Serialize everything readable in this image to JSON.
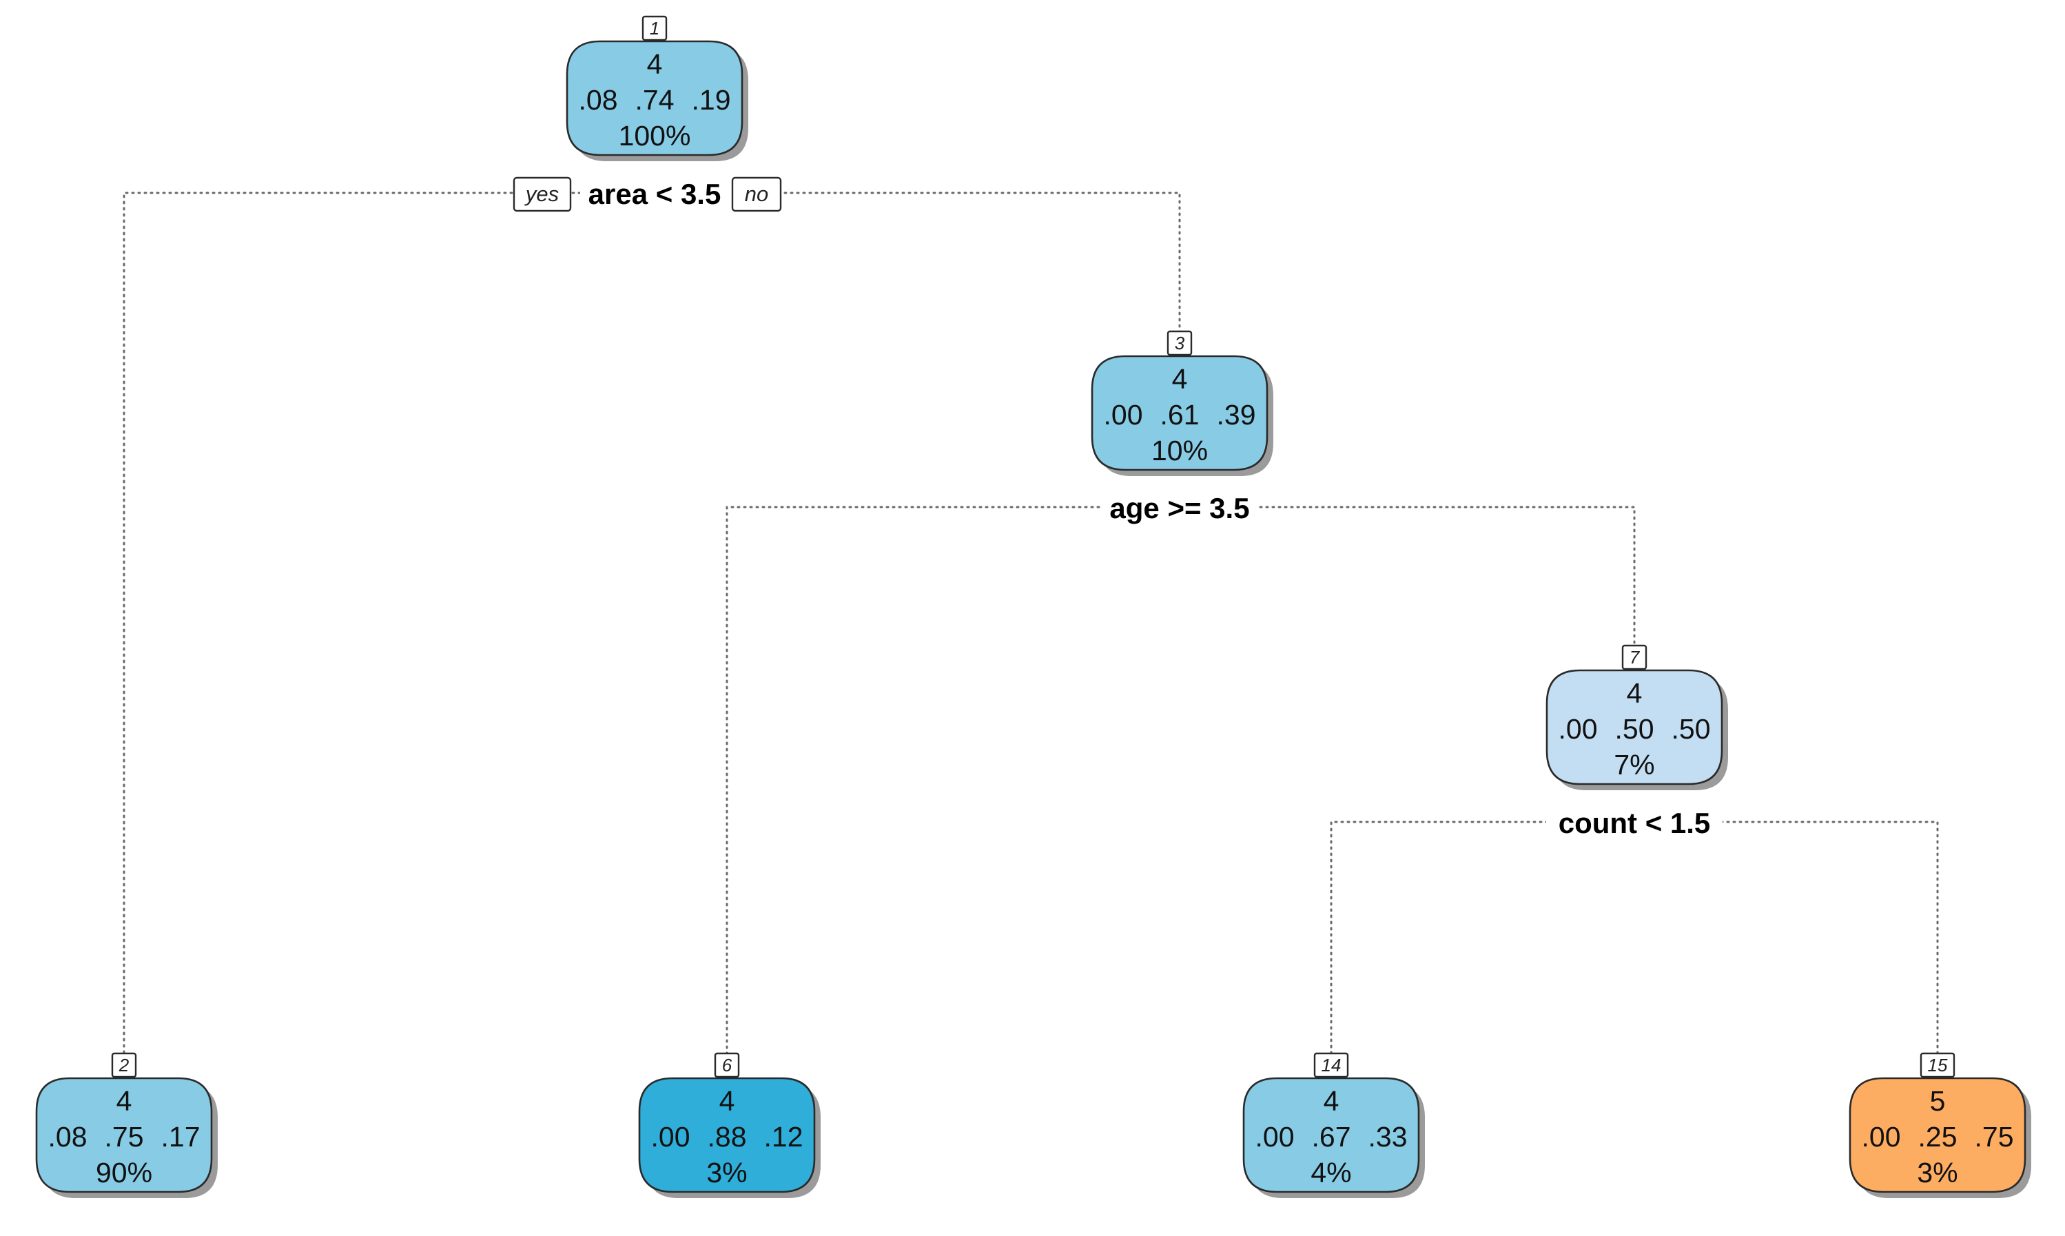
{
  "tree": {
    "nodes": [
      {
        "id": "1",
        "predicted": "4",
        "probs": [
          ".08",
          ".74",
          ".19"
        ],
        "percent": "100%",
        "fill": "#87cbe5"
      },
      {
        "id": "2",
        "predicted": "4",
        "probs": [
          ".08",
          ".75",
          ".17"
        ],
        "percent": "90%",
        "fill": "#87cbe5"
      },
      {
        "id": "3",
        "predicted": "4",
        "probs": [
          ".00",
          ".61",
          ".39"
        ],
        "percent": "10%",
        "fill": "#87cbe5"
      },
      {
        "id": "6",
        "predicted": "4",
        "probs": [
          ".00",
          ".88",
          ".12"
        ],
        "percent": "3%",
        "fill": "#2eaed8"
      },
      {
        "id": "7",
        "predicted": "4",
        "probs": [
          ".00",
          ".50",
          ".50"
        ],
        "percent": "7%",
        "fill": "#c3def3"
      },
      {
        "id": "14",
        "predicted": "4",
        "probs": [
          ".00",
          ".67",
          ".33"
        ],
        "percent": "4%",
        "fill": "#87cbe5"
      },
      {
        "id": "15",
        "predicted": "5",
        "probs": [
          ".00",
          ".25",
          ".75"
        ],
        "percent": "3%",
        "fill": "#fdad62"
      }
    ],
    "splits": [
      {
        "node": "1",
        "label": "area < 3.5",
        "yes_label": "yes",
        "no_label": "no",
        "left": "2",
        "right": "3"
      },
      {
        "node": "3",
        "label": "age >= 3.5",
        "left": "6",
        "right": "7"
      },
      {
        "node": "7",
        "label": "count < 1.5",
        "left": "14",
        "right": "15"
      }
    ]
  }
}
